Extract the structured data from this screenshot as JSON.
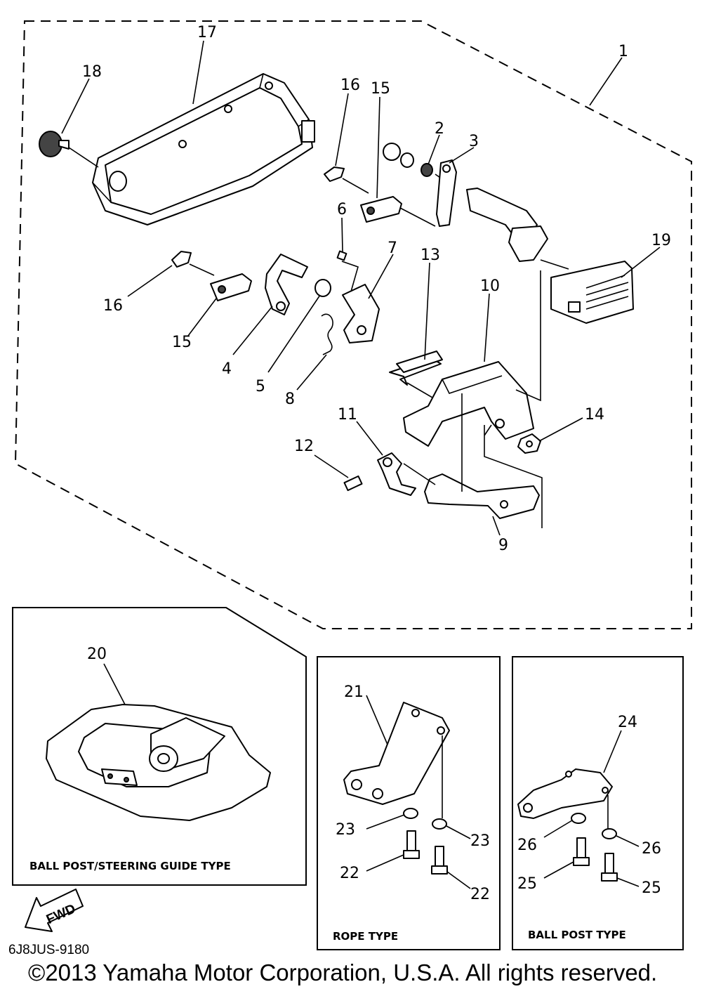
{
  "diagram_code": "6J8JUS-9180",
  "copyright": "©2013 Yamaha Motor Corporation, U.S.A. All rights reserved.",
  "fwd_label": "FWD",
  "callouts": {
    "c1": "1",
    "c2": "2",
    "c3": "3",
    "c4": "4",
    "c5": "5",
    "c6": "6",
    "c7": "7",
    "c8": "8",
    "c9": "9",
    "c10": "10",
    "c11": "11",
    "c12": "12",
    "c13": "13",
    "c14": "14",
    "c15a": "15",
    "c15b": "15",
    "c16a": "16",
    "c16b": "16",
    "c17": "17",
    "c18": "18",
    "c19": "19",
    "c20": "20",
    "c21": "21",
    "c22a": "22",
    "c22b": "22",
    "c23a": "23",
    "c23b": "23",
    "c24": "24",
    "c25a": "25",
    "c25b": "25",
    "c26a": "26",
    "c26b": "26"
  },
  "panels": {
    "steering_guide": "BALL POST/STEERING GUIDE TYPE",
    "rope": "ROPE TYPE",
    "ball_post": "BALL POST TYPE"
  }
}
